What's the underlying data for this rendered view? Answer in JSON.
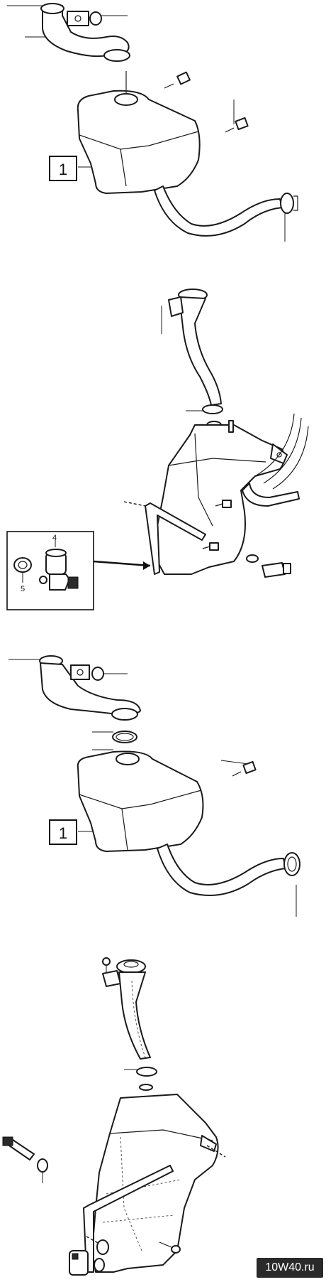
{
  "figures": [
    {
      "callouts": [
        {
          "label": "1"
        }
      ]
    },
    {
      "callouts": [
        {
          "label": "4"
        },
        {
          "label": "5"
        }
      ]
    },
    {
      "callouts": [
        {
          "label": "1"
        }
      ]
    },
    {
      "callouts": []
    }
  ],
  "watermark": {
    "text": "10W40.ru"
  },
  "colors": {
    "line": "#1a1a1a",
    "background": "#ffffff",
    "fill_shade": "#e9e9e9"
  }
}
